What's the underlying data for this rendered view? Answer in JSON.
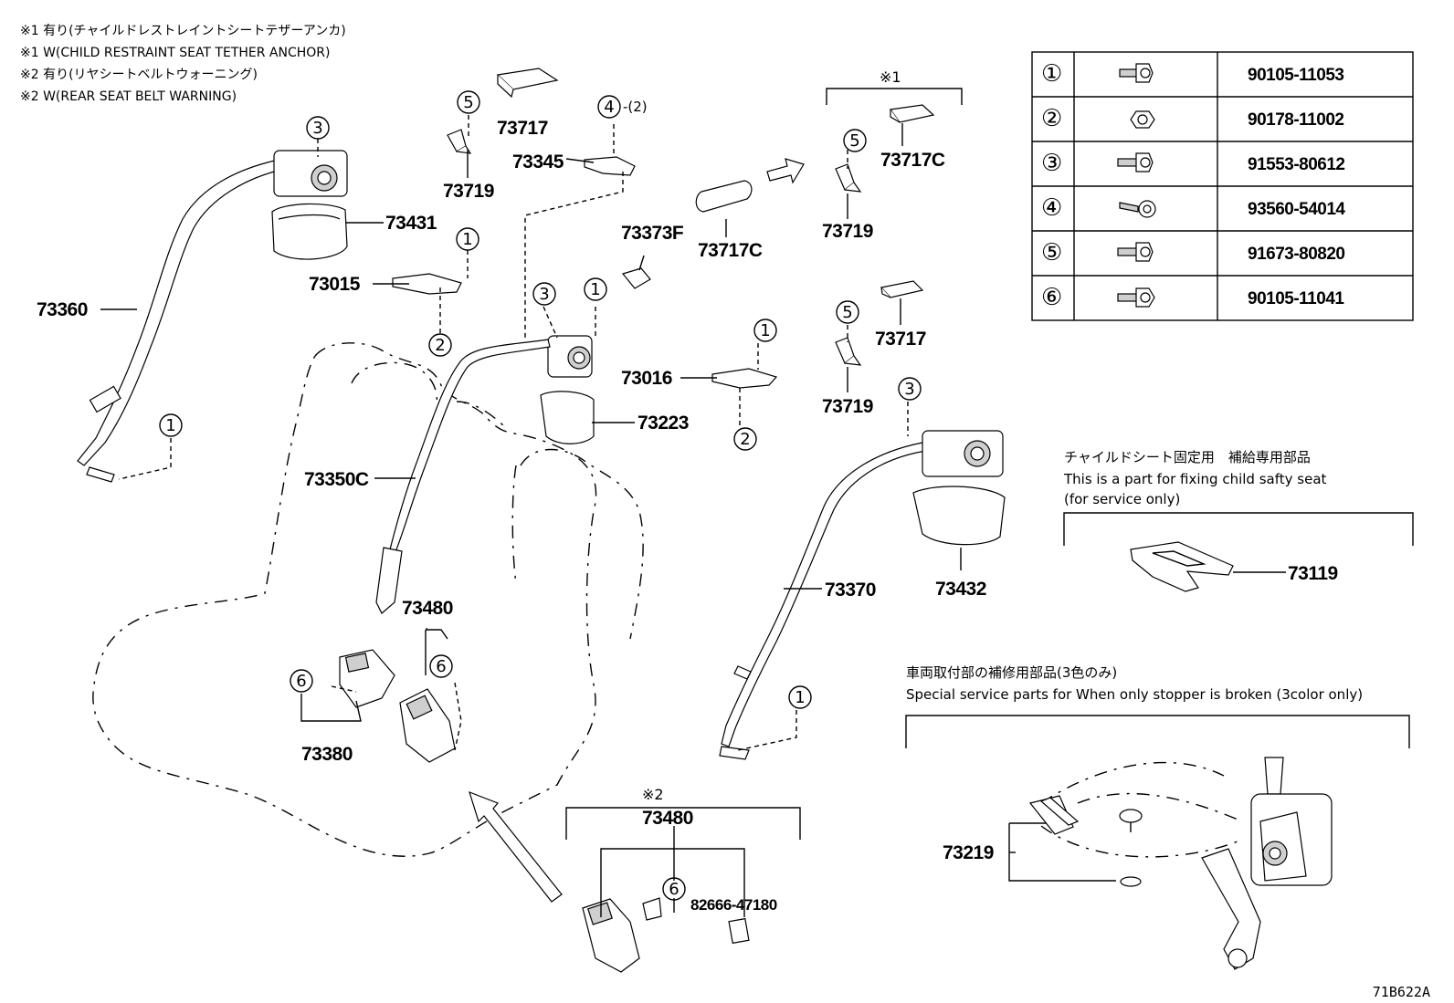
{
  "notes": [
    "※1 有り(チャイルドレストレイントシートテザーアンカ)",
    "※1 W(CHILD RESTRAINT SEAT TETHER ANCHOR)",
    "※2 有り(リヤシートベルトウォーニング)",
    "※2 W(REAR SEAT BELT WARNING)"
  ],
  "fastener_table": [
    {
      "ref": "①",
      "part_no": "90105-11053"
    },
    {
      "ref": "②",
      "part_no": "90178-11002"
    },
    {
      "ref": "③",
      "part_no": "91553-80612"
    },
    {
      "ref": "④",
      "part_no": "93560-54014"
    },
    {
      "ref": "⑤",
      "part_no": "91673-80820"
    },
    {
      "ref": "⑥",
      "part_no": "90105-11041"
    }
  ],
  "markers": {
    "note1": "※1",
    "note2": "※2"
  },
  "callouts": {
    "one": "1",
    "two": "2",
    "three": "3",
    "four": "4",
    "five": "5",
    "six": "6",
    "four_qty": "-(2)"
  },
  "part_labels": {
    "p73360": "73360",
    "p73431": "73431",
    "p73015": "73015",
    "p73717_top": "73717",
    "p73719_top": "73719",
    "p73345": "73345",
    "p73373F": "73373F",
    "p73717C_center": "73717C",
    "p73717C_right": "73717C",
    "p73719_right_top": "73719",
    "p73717_right": "73717",
    "p73719_right_mid": "73719",
    "p73016": "73016",
    "p73223": "73223",
    "p73350C": "73350C",
    "p73370": "73370",
    "p73432": "73432",
    "p73480_mid": "73480",
    "p73380": "73380",
    "p73480_bottom": "73480",
    "p82666": "82666-47180",
    "p73119": "73119",
    "p73219": "73219"
  },
  "child_seat_box": {
    "title_jp": "チャイルドシート固定用　補給専用部品",
    "title_en": "This is a part for fixing child safty seat",
    "subtitle_en": "(for service only)"
  },
  "stopper_box": {
    "title_jp": "車両取付部の補修用部品(3色のみ)",
    "title_en": "Special service parts for When only stopper is broken (3color only)"
  },
  "diagram_id": "71B622A"
}
